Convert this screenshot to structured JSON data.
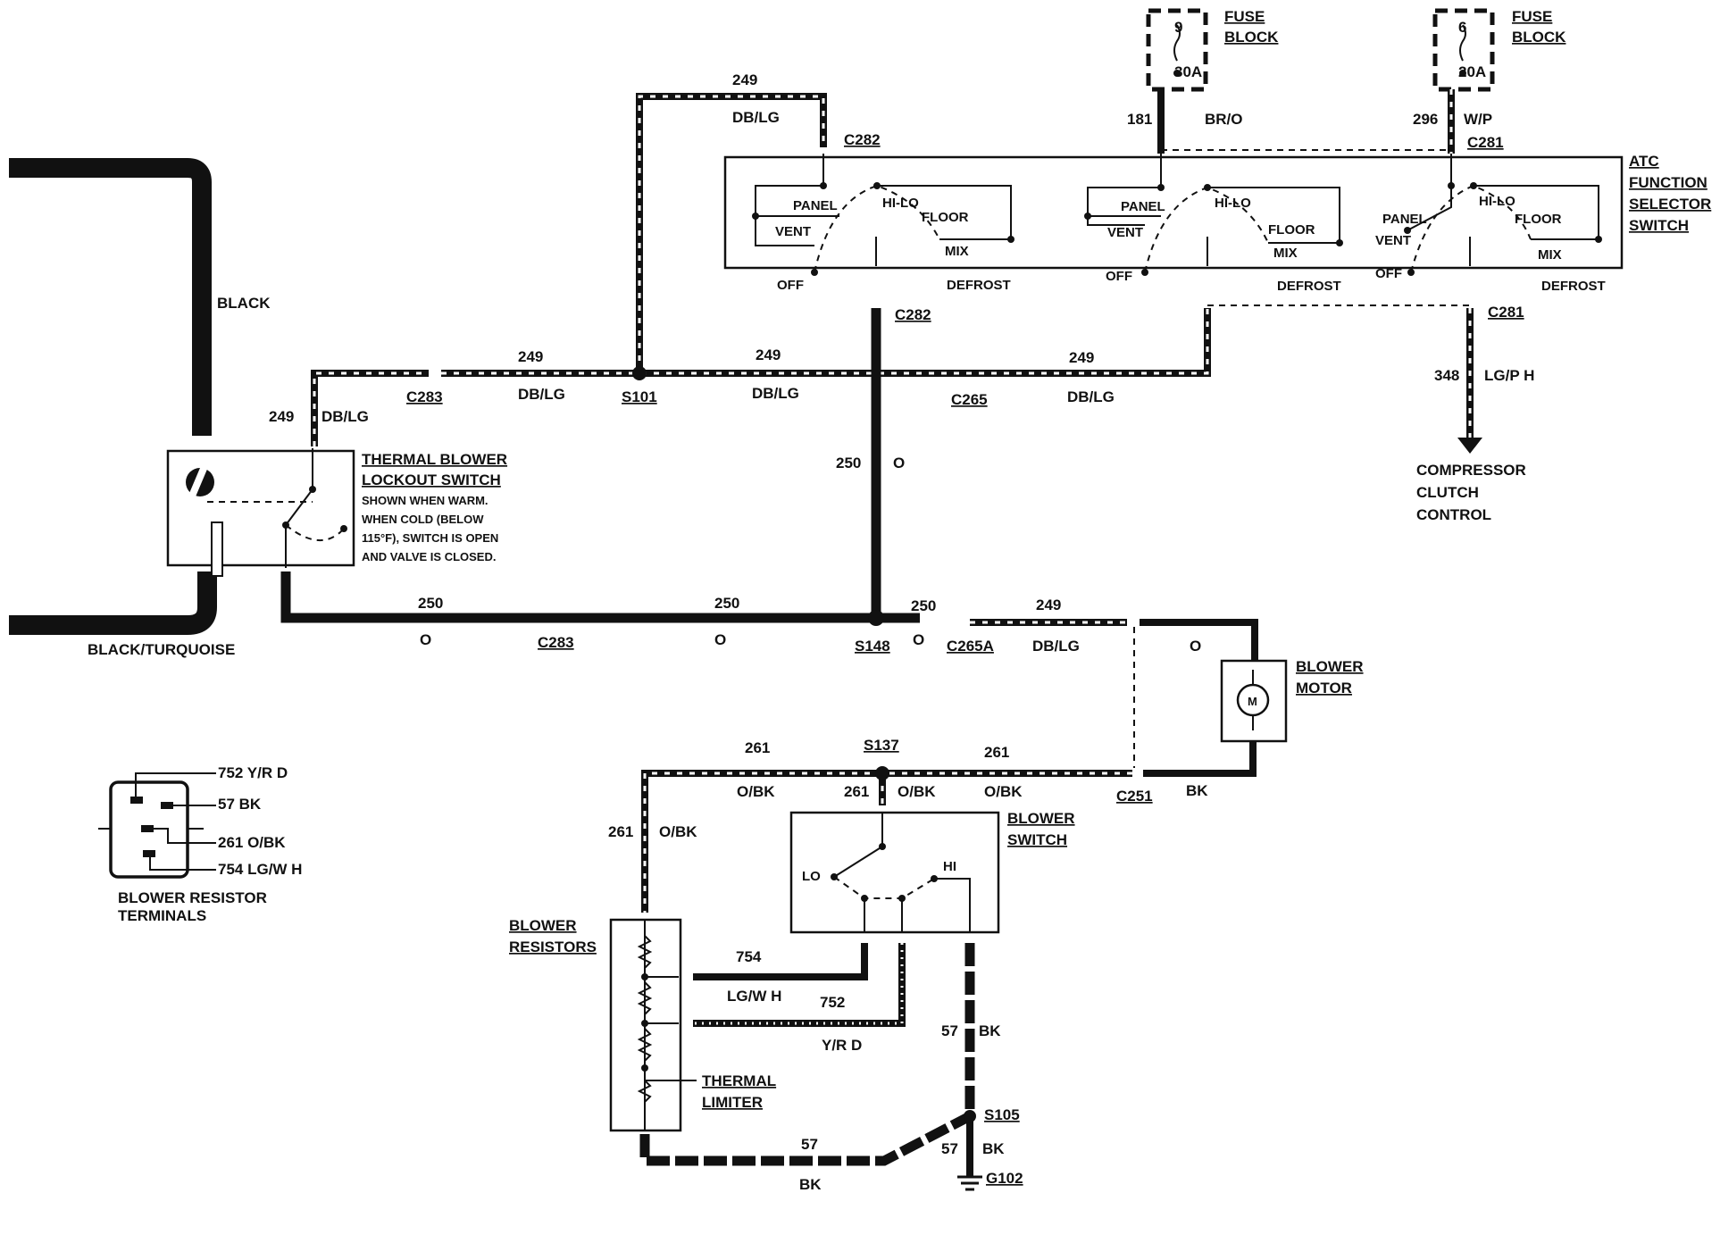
{
  "hoses": {
    "top": "BLACK",
    "bottom": "BLACK/TURQUOISE"
  },
  "fuses": [
    {
      "number": "9",
      "rating": "30A",
      "label_line1": "FUSE",
      "label_line2": "BLOCK",
      "circuit": "181",
      "color": "BR/O"
    },
    {
      "number": "6",
      "rating": "20A",
      "label_line1": "FUSE",
      "label_line2": "BLOCK",
      "circuit": "296",
      "color": "W/P"
    }
  ],
  "connectors": {
    "c282_top": "C282",
    "c282_bottom": "C282",
    "c281_top": "C281",
    "c281_bottom": "C281",
    "c283_top": "C283",
    "c283_bottom": "C283",
    "c265": "C265",
    "c265a": "C265A",
    "c251": "C251"
  },
  "splices": {
    "s101": "S101",
    "s148": "S148",
    "s137": "S137",
    "s105": "S105"
  },
  "ground": "G102",
  "selector": {
    "title": [
      "ATC",
      "FUNCTION",
      "SELECTOR",
      "SWITCH"
    ],
    "positions": {
      "panel": "PANEL",
      "hilo": "HI-LO",
      "floor": "FLOOR",
      "vent": "VENT",
      "mix": "MIX",
      "off": "OFF",
      "defrost": "DEFROST"
    }
  },
  "lockout": {
    "title_line1": "THERMAL BLOWER",
    "title_line2": "LOCKOUT SWITCH",
    "note": [
      "SHOWN WHEN WARM.",
      "WHEN COLD (BELOW",
      "115°F), SWITCH IS OPEN",
      "AND VALVE IS CLOSED."
    ]
  },
  "wires": {
    "c249": "249",
    "dblg": "DB/LG",
    "c250": "250",
    "o": "O",
    "c348": "348",
    "lgph": "LG/P H",
    "c261": "261",
    "obk": "O/BK",
    "c754": "754",
    "lgwh": "LG/W H",
    "c752": "752",
    "yrd": "Y/R D",
    "c57": "57",
    "bk": "BK"
  },
  "compressor": [
    "COMPRESSOR",
    "CLUTCH",
    "CONTROL"
  ],
  "blower_motor": {
    "line1": "BLOWER",
    "line2": "MOTOR",
    "symbol": "M"
  },
  "blower_switch": {
    "line1": "BLOWER",
    "line2": "SWITCH",
    "lo": "LO",
    "hi": "HI"
  },
  "blower_resistors": {
    "line1": "BLOWER",
    "line2": "RESISTORS"
  },
  "thermal_limiter": {
    "line1": "THERMAL",
    "line2": "LIMITER"
  },
  "resistor_terminals": {
    "pins": [
      "752 Y/R D",
      "57 BK",
      "261 O/BK",
      "754 LG/W H"
    ],
    "caption_line1": "BLOWER RESISTOR",
    "caption_line2": "TERMINALS"
  }
}
